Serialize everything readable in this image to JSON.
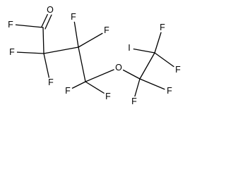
{
  "molecule": {
    "atoms": {
      "c1": "",
      "c2": "",
      "c3": "",
      "c4": "",
      "c5": "",
      "c6": "",
      "o_carbonyl": "O",
      "o_ether": "O",
      "f_acyl": "F",
      "f_c2a": "F",
      "f_c2b": "F",
      "f_c3a": "F",
      "f_c3b": "F",
      "f_c4a": "F",
      "f_c4b": "F",
      "f_c5a": "F",
      "f_c5b": "F",
      "i_c6": "I",
      "f_c6a": "F",
      "f_c6b": "F"
    }
  }
}
